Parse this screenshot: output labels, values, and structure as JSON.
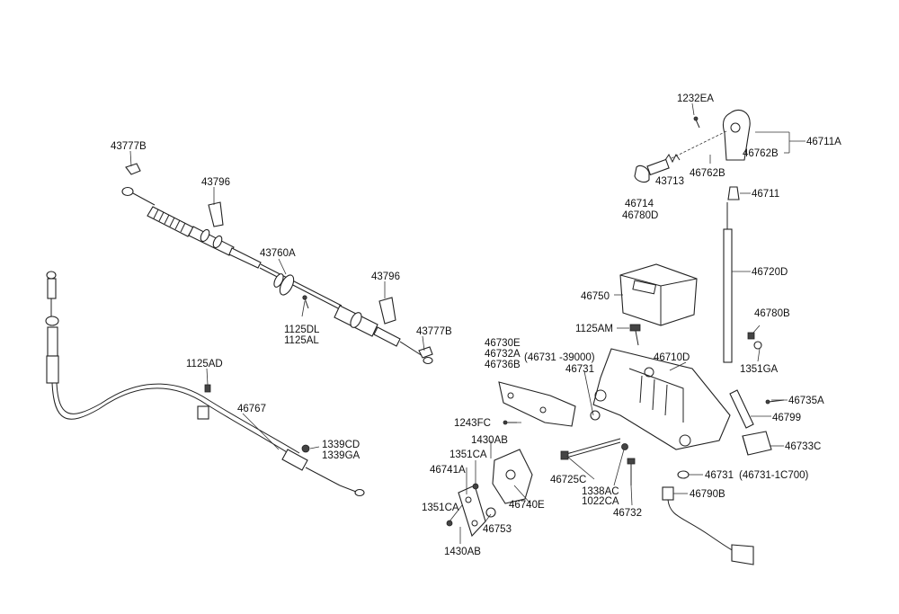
{
  "labels": {
    "l_1232EA": "1232EA",
    "l_46711A": "46711A",
    "l_46762B_a": "46762B",
    "l_46762B_b": "46762B",
    "l_43713": "43713",
    "l_46714": "46714",
    "l_46780D": "46780D",
    "l_46711": "46711",
    "l_46720D": "46720D",
    "l_46750": "46750",
    "l_46780B": "46780B",
    "l_1125AM": "1125AM",
    "l_1351GA": "1351GA",
    "l_46730E": "46730E",
    "l_46732A": "46732A",
    "l_46736B": "46736B",
    "l_46731_39000": "(46731 -39000)",
    "l_46731_a": "46731",
    "l_46710D": "46710D",
    "l_46735A": "46735A",
    "l_46799": "46799",
    "l_1243FC": "1243FC",
    "l_46733C": "46733C",
    "l_1430AB_a": "1430AB",
    "l_1351CA_a": "1351CA",
    "l_46741A": "46741A",
    "l_46740E": "46740E",
    "l_46725C": "46725C",
    "l_1338AC": "1338AC",
    "l_1022CA": "1022CA",
    "l_46731_b": "46731",
    "l_46731_1C700": "(46731-1C700)",
    "l_46790B": "46790B",
    "l_46732": "46732",
    "l_1351CA_b": "1351CA",
    "l_46753": "46753",
    "l_1430AB_b": "1430AB",
    "l_43777B_a": "43777B",
    "l_43796_a": "43796",
    "l_43760A": "43760A",
    "l_43796_b": "43796",
    "l_1125DL": "1125DL",
    "l_1125AL": "1125AL",
    "l_43777B_b": "43777B",
    "l_1125AD": "1125AD",
    "l_46767": "46767",
    "l_1339CD": "1339CD",
    "l_1339GA": "1339GA"
  }
}
